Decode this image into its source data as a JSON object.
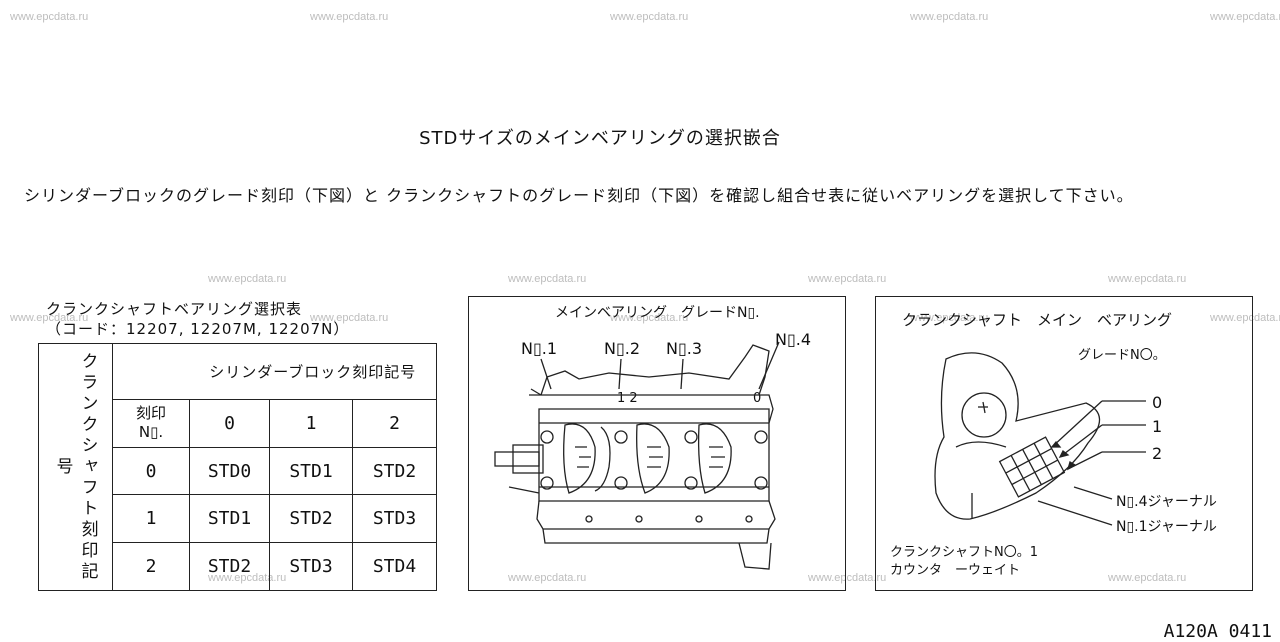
{
  "watermark": "www.epcdata.ru",
  "title": "STDサイズのメインベアリングの選択嵌合",
  "instruction": "シリンダーブロックのグレード刻印（下図）と クランクシャフトのグレード刻印（下図）を確認し組合せ表に従いベアリングを選択して下さい。",
  "table": {
    "title": "クランクシャフトベアリング選択表",
    "code_line": "（コード：12207, 12207M, 12207N）",
    "crank_header": "クランクシャフト刻印記号",
    "block_header": "シリンダーブロック刻印記号",
    "mark_header": "刻印\nN▯.",
    "columns": [
      "0",
      "1",
      "2"
    ],
    "rows": [
      {
        "mark": "0",
        "values": [
          "STD0",
          "STD1",
          "STD2"
        ]
      },
      {
        "mark": "1",
        "values": [
          "STD1",
          "STD2",
          "STD3"
        ]
      },
      {
        "mark": "2",
        "values": [
          "STD2",
          "STD3",
          "STD4"
        ]
      }
    ]
  },
  "block_panel": {
    "title": "メインベアリング　グレードN▯.",
    "labels": [
      "N▯.1",
      "N▯.2",
      "N▯.3",
      "N▯.4"
    ],
    "engraving": "1 2",
    "engraving2": "0"
  },
  "crank_panel": {
    "title": "クランクシャフト　メイン　ベアリング",
    "grade_label": "グレードN〇。",
    "grades": [
      "0",
      "1",
      "2"
    ],
    "journal4": "N▯.4ジャーナル",
    "journal1": "N▯.1ジャーナル",
    "counter_line1": "クランクシャフトN〇。1",
    "counter_line2": "カウンタ　ーウェイト"
  },
  "figure_code": "A120A 0411"
}
